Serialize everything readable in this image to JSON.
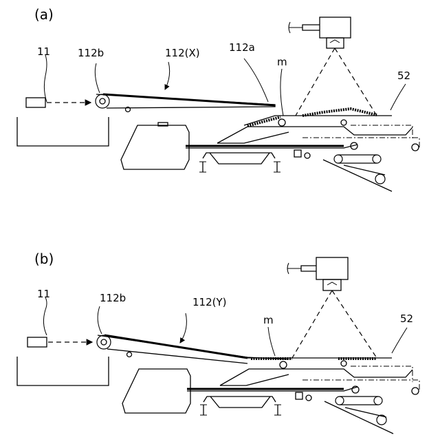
{
  "figure": {
    "panels": [
      {
        "id": "a",
        "label": "(a)",
        "labels": {
          "source": "11",
          "roller": "112b",
          "conveyor": "112(X)",
          "tip": "112a",
          "media": "m",
          "ref52": "52"
        }
      },
      {
        "id": "b",
        "label": "(b)",
        "labels": {
          "source": "11",
          "roller": "112b",
          "conveyor": "112(Y)",
          "media": "m",
          "ref52": "52"
        }
      }
    ]
  }
}
